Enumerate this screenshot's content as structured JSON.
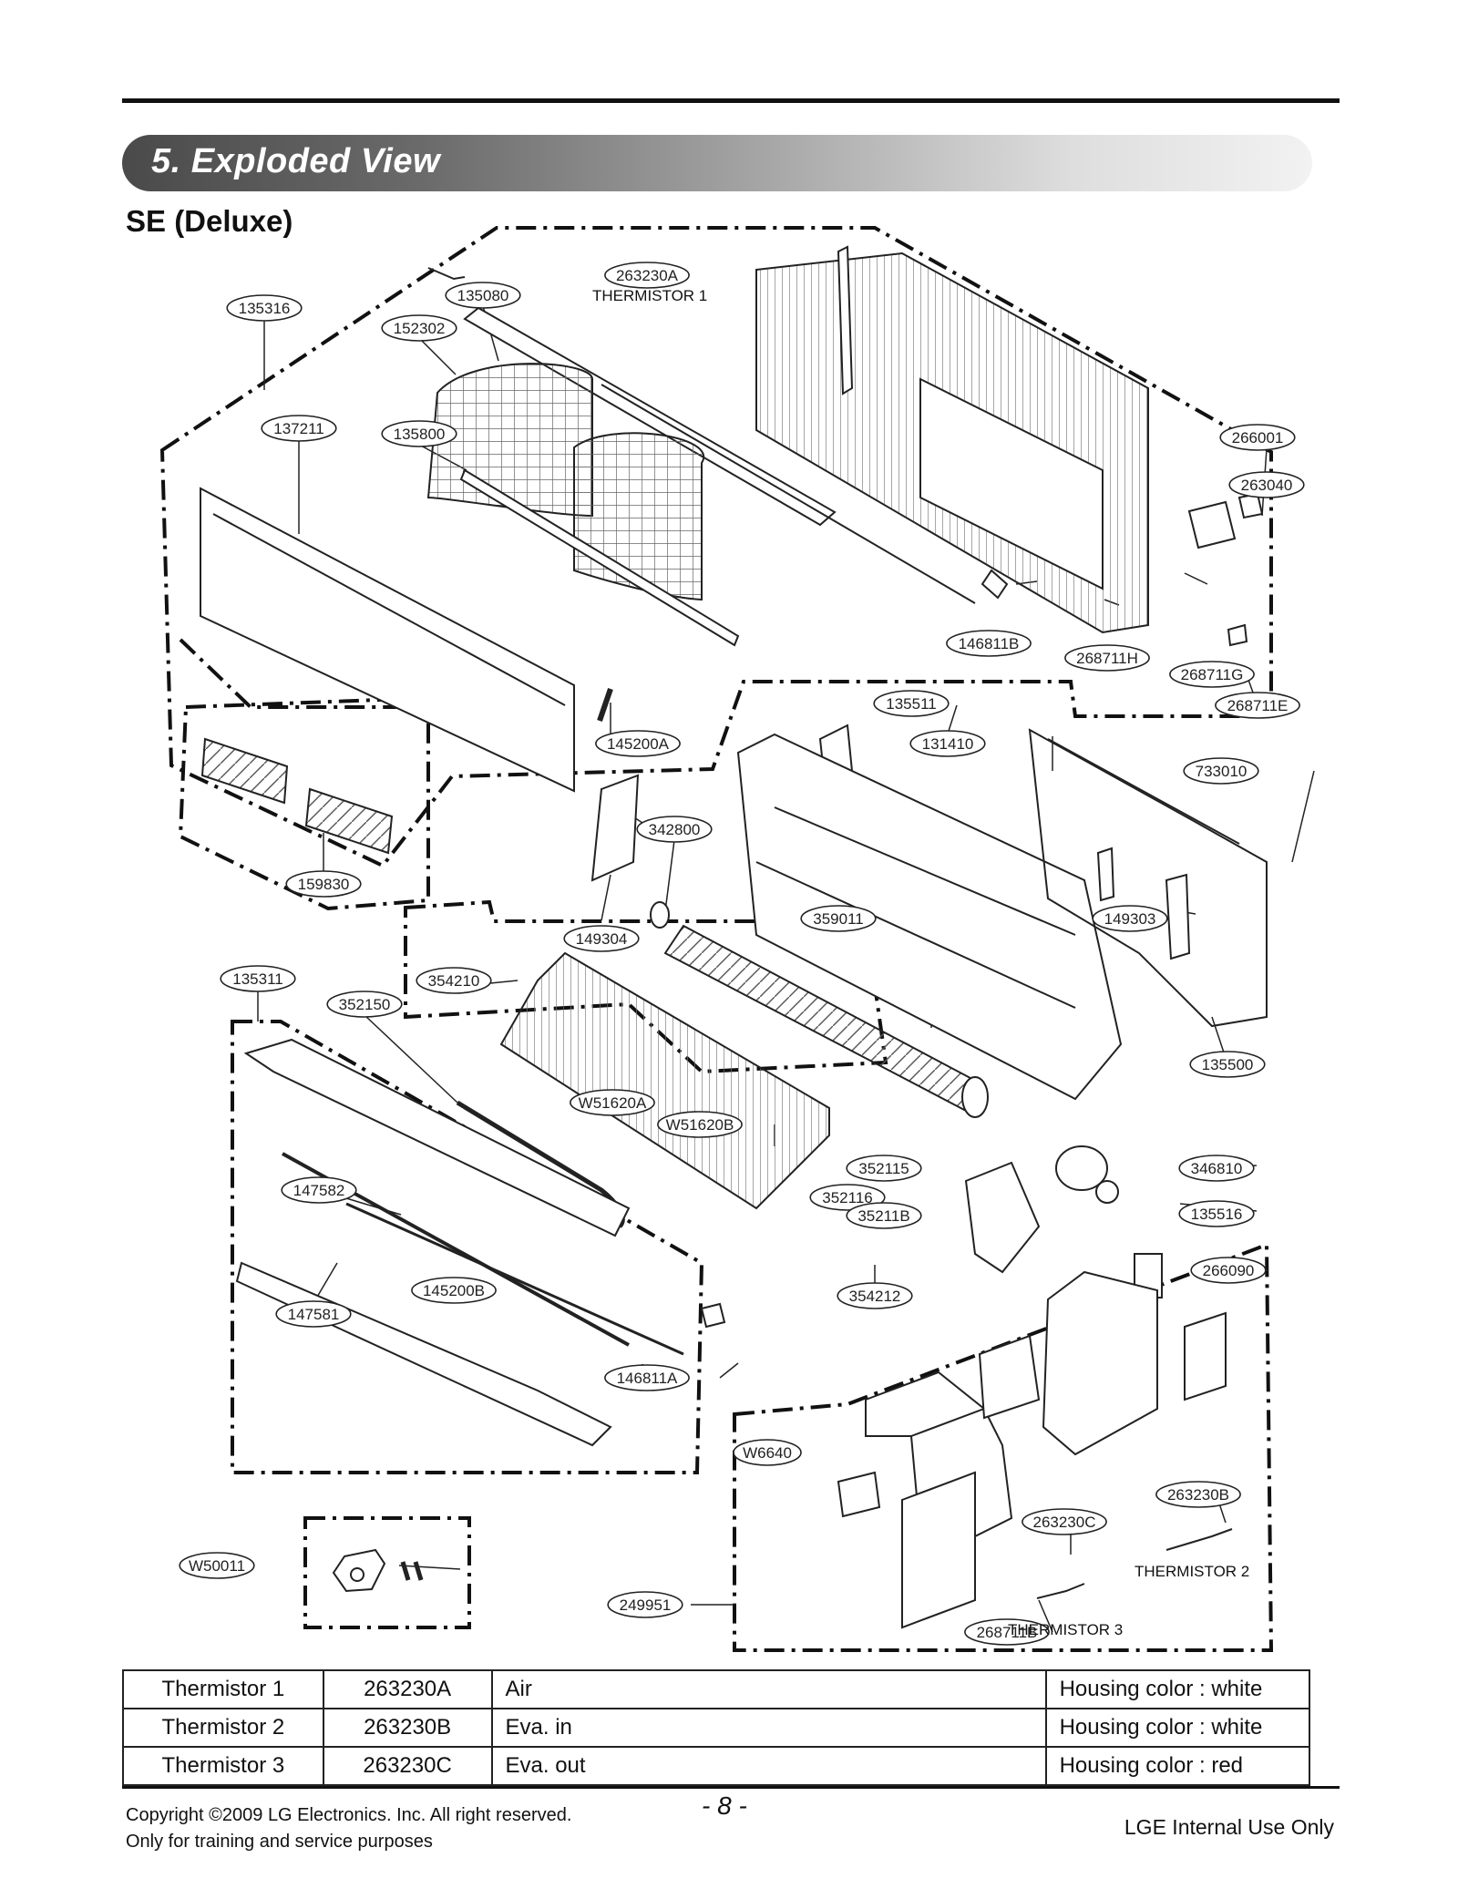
{
  "header": {
    "section_title": "5. Exploded View",
    "model_title": "SE (Deluxe)"
  },
  "diagram": {
    "callouts": [
      "135316",
      "135080",
      "152302",
      "263230A",
      "137211",
      "135800",
      "266001",
      "263040",
      "146811B",
      "268711H",
      "268711G",
      "268711E",
      "135511",
      "131410",
      "733010",
      "145200A",
      "159830",
      "342800",
      "149304",
      "359011",
      "149303",
      "135311",
      "352150",
      "354210",
      "135500",
      "W51620A",
      "W51620B",
      "352115",
      "346810",
      "147582",
      "352116",
      "35211B",
      "135516",
      "266090",
      "145200B",
      "354212",
      "147581",
      "146811A",
      "W6640",
      "263230B",
      "263230C",
      "W50011",
      "249951",
      "268711B"
    ],
    "thermistor_labels": [
      "THERMISTOR 1",
      "THERMISTOR 2",
      "THERMISTOR 3"
    ]
  },
  "legend_table": {
    "rows": [
      {
        "name": "Thermistor 1",
        "part": "263230A",
        "location": "Air",
        "housing": "Housing color : white"
      },
      {
        "name": "Thermistor 2",
        "part": "263230B",
        "location": "Eva. in",
        "housing": "Housing color : white"
      },
      {
        "name": "Thermistor 3",
        "part": "263230C",
        "location": "Eva. out",
        "housing": "Housing color : red"
      }
    ]
  },
  "footer": {
    "copyright_line1": "Copyright ©2009 LG Electronics. Inc. All right reserved.",
    "copyright_line2": "Only for training and service purposes",
    "page_number": "- 8 -",
    "internal_use": "LGE Internal Use Only"
  }
}
